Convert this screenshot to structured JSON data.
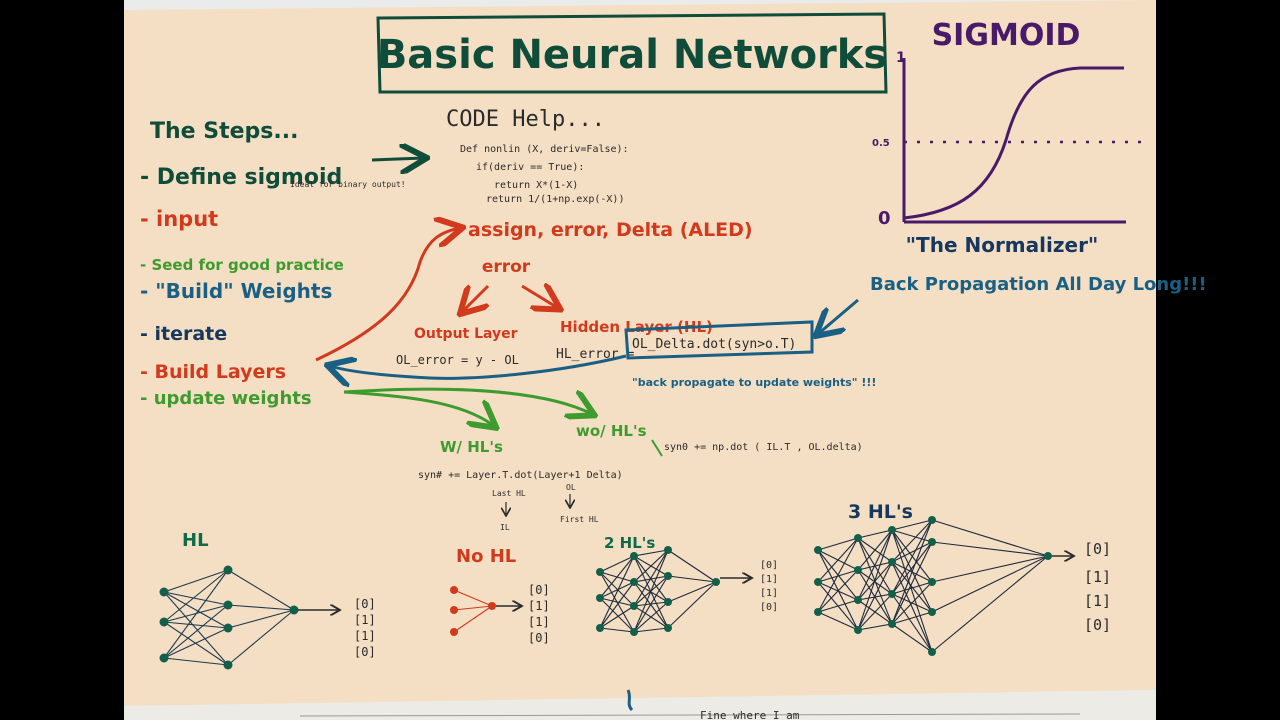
{
  "palette": {
    "paper": "#f4dfc4",
    "wall": "#e8ebea",
    "dark_green": "#0f4d3a",
    "red": "#d23a1e",
    "green": "#3e9b2f",
    "blue": "#1a5f84",
    "navy": "#17375e",
    "purple": "#4a1a6a",
    "ink": "#2b2b2b"
  },
  "title": "Basic Neural Networks",
  "sigmoid": {
    "title": "SIGMOID",
    "axis_top": "1",
    "axis_mid": "0.5",
    "axis_zero": "0",
    "caption": "\"The Normalizer\""
  },
  "steps": {
    "heading": "The Steps...",
    "items": [
      {
        "text": "- Define sigmoid",
        "color": "dark_green"
      },
      {
        "text": "- input",
        "color": "red"
      },
      {
        "text": "- Seed for good practice",
        "color": "green"
      },
      {
        "text": "- \"Build\" Weights",
        "color": "blue"
      },
      {
        "text": "- iterate",
        "color": "navy"
      },
      {
        "text": "- Build Layers",
        "color": "red"
      },
      {
        "text": "- update weights",
        "color": "green"
      }
    ],
    "define_note": "Ideal for binary output!"
  },
  "code": {
    "heading": "CODE Help...",
    "lines": [
      "Def nonlin (X, deriv=False):",
      "if(deriv == True):",
      "return X*(1-X)",
      "return 1/(1+np.exp(-X))"
    ]
  },
  "errors": {
    "assign": "assign, error, Delta (ALED)",
    "error": "error",
    "output_layer": "Output Layer",
    "hidden_layer": "Hidden Layer (HL)",
    "ol_error": "OL_error = y - OL",
    "hl_error_label": "HL_error =",
    "hl_error_formula": "OL_Delta.dot(syn>o.T)"
  },
  "backprop": {
    "note": "Back Propagation All Day Long!!!",
    "arrow_note": "\"back propagate to update weights\" !!!"
  },
  "update": {
    "with_hl": "W/ HL's",
    "without_hl": "wo/ HL's",
    "with_formula": "syn# += Layer.T.dot(Layer+1 Delta)",
    "without_formula": "syn0 += np.dot ( IL.T , OL.delta)",
    "last_hl": "Last HL",
    "il": "IL",
    "ol": "OL",
    "first_hl": "First HL"
  },
  "networks": [
    {
      "label": "HL",
      "outputs": [
        "[0]",
        "[1]",
        "[1]",
        "[0]"
      ]
    },
    {
      "label": "No HL",
      "outputs": [
        "[0]",
        "[1]",
        "[1]",
        "[0]"
      ]
    },
    {
      "label": "2 HL's",
      "outputs": [
        "[0]",
        "[1]",
        "[1]",
        "[0]"
      ]
    },
    {
      "label": "3 HL's",
      "outputs": [
        "[0]",
        "[1]",
        "[1]",
        "[0]"
      ]
    }
  ],
  "bottom_note": "Fine where I am"
}
